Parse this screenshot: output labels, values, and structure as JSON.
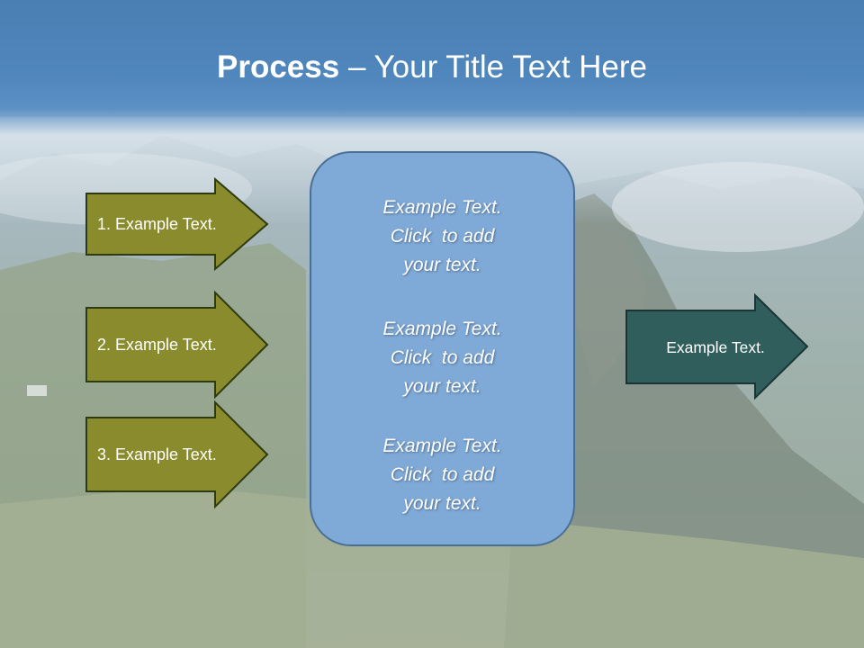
{
  "title": {
    "bold": "Process",
    "rest": " – Your Title Text Here"
  },
  "inputs": [
    {
      "label": "1. Example Text."
    },
    {
      "label": "2. Example Text."
    },
    {
      "label": "3. Example Text."
    }
  ],
  "center_panel": {
    "blocks": [
      {
        "line1": "Example Text.",
        "line2": "Click  to add",
        "line3": "your text."
      },
      {
        "line1": "Example Text.",
        "line2": "Click  to add",
        "line3": "your text."
      },
      {
        "line1": "Example Text.",
        "line2": "Click  to add",
        "line3": "your text."
      }
    ]
  },
  "output": {
    "label": "Example Text."
  },
  "colors": {
    "title_bar": "#4f86bc",
    "input_arrow_fill": "#8a8b2c",
    "input_arrow_stroke": "#2e3a10",
    "output_arrow_fill": "#2f5e5d",
    "output_arrow_stroke": "#1a3434",
    "panel_fill": "#7fa9d6",
    "panel_stroke": "#4a6f95"
  }
}
